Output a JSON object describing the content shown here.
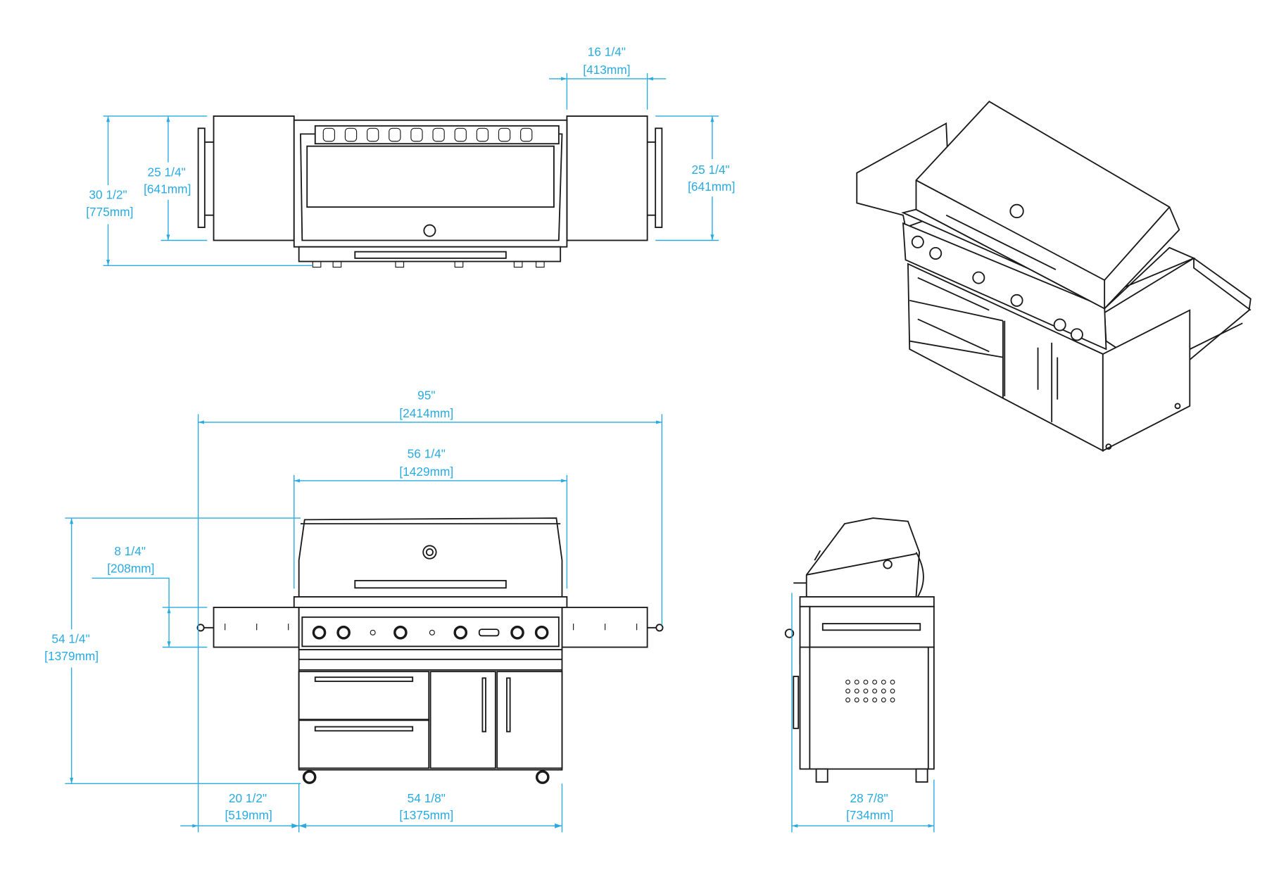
{
  "title": "Grill dimension drawing",
  "colors": {
    "dimension": "#29abe2",
    "line": "#1a1a1a"
  },
  "top_view": {
    "grease_tray_width": {
      "imperial": "16 1/4\"",
      "metric": "[413mm]"
    },
    "overall_depth": {
      "imperial": "30 1/2\"",
      "metric": "[775mm]"
    },
    "shelf_depth_left": {
      "imperial": "25 1/4\"",
      "metric": "[641mm]"
    },
    "shelf_depth_right": {
      "imperial": "25 1/4\"",
      "metric": "[641mm]"
    }
  },
  "front_view": {
    "overall_width": {
      "imperial": "95\"",
      "metric": "[2414mm]"
    },
    "grill_head_width": {
      "imperial": "56 1/4\"",
      "metric": "[1429mm]"
    },
    "overall_height": {
      "imperial": "54 1/4\"",
      "metric": "[1379mm]"
    },
    "shelf_height": {
      "imperial": "8 1/4\"",
      "metric": "[208mm]"
    },
    "shelf_width": {
      "imperial": "20 1/2\"",
      "metric": "[519mm]"
    },
    "cart_width": {
      "imperial": "54 1/8\"",
      "metric": "[1375mm]"
    }
  },
  "side_view": {
    "cart_depth": {
      "imperial": "28 7/8\"",
      "metric": "[734mm]"
    }
  }
}
